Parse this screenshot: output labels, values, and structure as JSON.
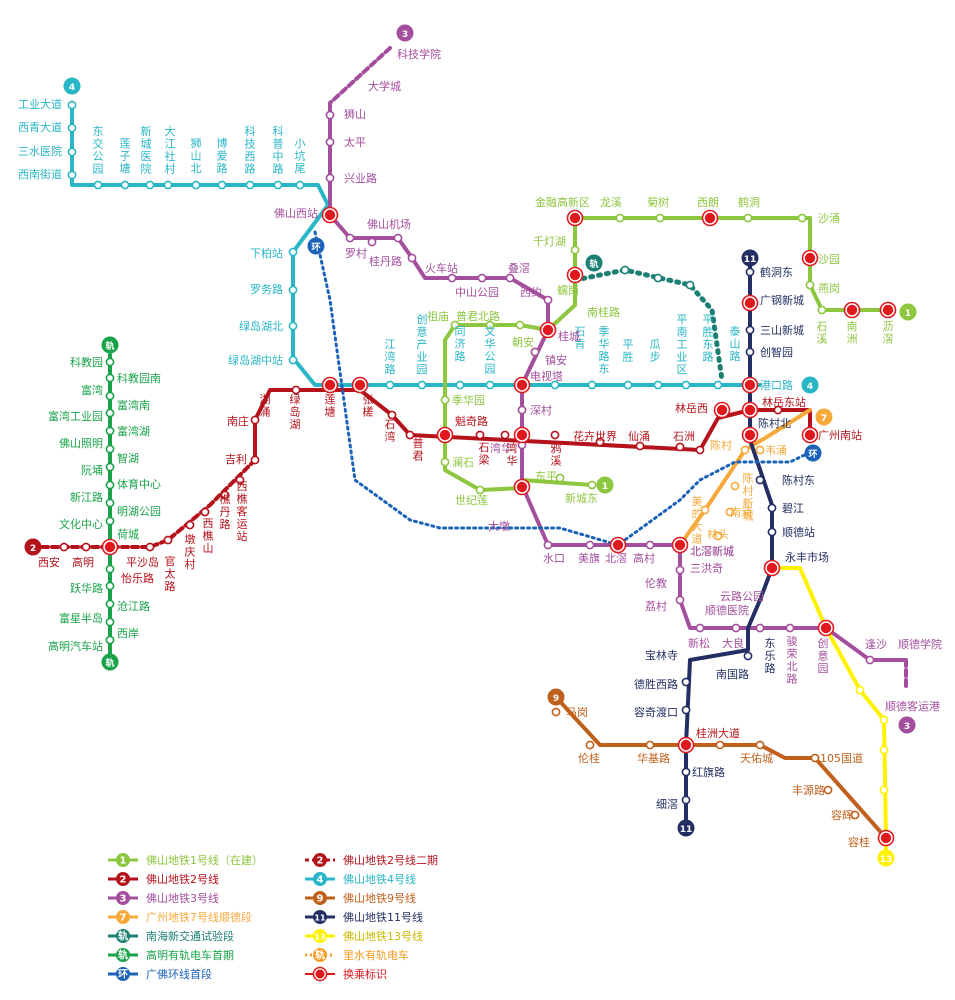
{
  "colors": {
    "l1": "#8dc63f",
    "l2": "#b5121b",
    "l3": "#a34f9e",
    "l4": "#29b6c6",
    "l7": "#f7a93b",
    "l9": "#c0601d",
    "l11": "#232f62",
    "l13": "#fff200",
    "tram_nh": "#1b7f74",
    "tram_gm": "#1aa34a",
    "gz_ring": "#1b62b8",
    "tram_ls": "#f39c21",
    "transfer": "#e1191e"
  },
  "badges": {
    "l1": "1",
    "l2": "2",
    "l3": "3",
    "l4": "4",
    "l7": "7",
    "l9": "9",
    "l11": "11",
    "l13": "13",
    "tram": "轨",
    "ring": "环"
  },
  "stations": {
    "s001": "科技学院",
    "s002": "大学城",
    "s003": "狮山",
    "s004": "太平",
    "s005": "兴业路",
    "s006": "佛山西站",
    "s007": "佛山机场",
    "s008": "罗村",
    "s009": "桂丹路",
    "s010": "火车站",
    "s011": "中山公园",
    "s012": "叠滘",
    "s013": "西约",
    "s014": "桂城",
    "s015": "镇安",
    "s016": "电视塔",
    "s017": "深村",
    "s018": "湾华",
    "s019": "大墩",
    "s020": "水口",
    "s021": "美旗",
    "s022": "北滘",
    "s023": "高村",
    "s024": "北滘新城",
    "s025": "三洪奇",
    "s026": "伦教",
    "s027": "荔村",
    "s028": "顺德医院",
    "s029": "云路公园",
    "s030": "新松",
    "s031": "大良",
    "s032": "东乐路",
    "s033": "骏荣北路",
    "s034": "创意园",
    "s035": "逢沙",
    "s036": "顺德学院",
    "s037": "顺德客运港",
    "s038": "工业大道",
    "s039": "西青大道",
    "s040": "三水医院",
    "s041": "西南街道",
    "s042": "东交公园",
    "s043": "莲子塘",
    "s044": "新城医院",
    "s045": "大江社村",
    "s046": "狮山北",
    "s047": "博爱路",
    "s048": "科技西路",
    "s049": "科普中路",
    "s050": "小坑尾",
    "s051": "下柏站",
    "s052": "罗务路",
    "s053": "绿岛湖北",
    "s054": "绿岛湖中站",
    "s055": "江湾路",
    "s056": "创意产业园",
    "s057": "同济路",
    "s058": "文华公园",
    "s059": "石肯",
    "s060": "季华路东",
    "s061": "平胜",
    "s062": "瓜步",
    "s063": "平南工业区",
    "s064": "平胜东路",
    "s065": "泰山路",
    "s066": "港口路",
    "s067": "金融高新区",
    "s068": "龙溪",
    "s069": "菊树",
    "s070": "西朗",
    "s071": "鹤洞",
    "s072": "沙涌",
    "s073": "沙园",
    "s074": "燕岗",
    "s075": "石溪",
    "s076": "南洲",
    "s077": "沥滘",
    "s078": "千灯湖",
    "s079": "蠕岗",
    "s080": "南桂路",
    "s081": "祖庙",
    "s082": "普君北路",
    "s083": "朝安",
    "s084": "季华园",
    "s085": "魁奇路",
    "s086": "澜石",
    "s087": "世纪莲",
    "s088": "东平",
    "s089": "新城东",
    "s090": "科教园",
    "s091": "富湾",
    "s092": "富湾工业园",
    "s093": "佛山照明",
    "s094": "阮埇",
    "s095": "新江路",
    "s096": "文化中心",
    "s097": "科教园南",
    "s098": "富湾南",
    "s099": "富湾湖",
    "s100": "智湖",
    "s101": "体育中心",
    "s102": "明湖公园",
    "s103": "荷城",
    "s104": "平沙岛",
    "s105": "怡乐路",
    "s106": "跃华路",
    "s107": "沧江路",
    "s108": "富星半岛",
    "s109": "西岸",
    "s110": "高明汽车站",
    "s111": "西安",
    "s112": "高明",
    "s113": "官太路",
    "s114": "墩庆村",
    "s115": "西樵山",
    "s116": "樵丹路",
    "s117": "西樵客运站",
    "s118": "吉利",
    "s119": "南庄",
    "s120": "湖涌",
    "s121": "绿岛湖",
    "s122": "莲塘",
    "s123": "张槎",
    "s124": "石湾",
    "s125": "普君",
    "s126": "石梁",
    "s127": "花卉世界",
    "s128": "仙涌",
    "s129": "石洲",
    "s130": "林岳西",
    "s131": "林岳东站",
    "s132": "陈村北",
    "s133": "广州南站",
    "s134": "陈村",
    "s135": "韦涌",
    "s136": "陈村新城",
    "s137": "南涌",
    "s138": "林头",
    "s139": "美的大道",
    "s140": "鹤洞东",
    "s141": "广钢新城",
    "s142": "三山新城",
    "s143": "创智园",
    "s144": "陈村东",
    "s145": "碧江",
    "s146": "顺德站",
    "s147": "永丰市场",
    "s148": "宝林寺",
    "s149": "德胜西路",
    "s150": "容奇渡口",
    "s151": "桂洲大道",
    "s152": "红旗路",
    "s153": "细滘",
    "s154": "南国路",
    "s155": "马岗",
    "s156": "伦桂",
    "s157": "华基路",
    "s158": "天佑城",
    "s159": "105国道",
    "s160": "丰源路",
    "s161": "容辉",
    "s162": "容桂",
    "s163": "鸦溪"
  },
  "legend": [
    {
      "label": "佛山地铁1号线（在建）",
      "badge": "1",
      "color": "#8dc63f",
      "style": "solid"
    },
    {
      "label": "佛山地铁2号线二期",
      "badge": "2",
      "color": "#b5121b",
      "style": "dashed"
    },
    {
      "label": "佛山地铁2号线",
      "badge": "2",
      "color": "#b5121b",
      "style": "solid"
    },
    {
      "label": "佛山地铁4号线",
      "badge": "4",
      "color": "#29b6c6",
      "style": "solid"
    },
    {
      "label": "佛山地铁3号线",
      "badge": "3",
      "color": "#a34f9e",
      "style": "solid"
    },
    {
      "label": "佛山地铁9号线",
      "badge": "9",
      "color": "#c0601d",
      "style": "solid"
    },
    {
      "label": "广州地铁7号线顺德段",
      "badge": "7",
      "color": "#f7a93b",
      "style": "solid"
    },
    {
      "label": "佛山地铁11号线",
      "badge": "11",
      "color": "#232f62",
      "style": "solid"
    },
    {
      "label": "南海新交通试验段",
      "badge": "轨",
      "color": "#1b7f74",
      "style": "solid"
    },
    {
      "label": "佛山地铁13号线",
      "badge": "13",
      "color": "#fff200",
      "style": "solid"
    },
    {
      "label": "高明有轨电车首期",
      "badge": "轨",
      "color": "#1aa34a",
      "style": "solid"
    },
    {
      "label": "里水有轨电车",
      "badge": "轨",
      "color": "#f39c21",
      "style": "dotted"
    },
    {
      "label": "广佛环线首段",
      "badge": "环",
      "color": "#1b62b8",
      "style": "solid"
    },
    {
      "label": "换乘标识",
      "badge": "",
      "color": "#e1191e",
      "style": "transfer"
    }
  ]
}
